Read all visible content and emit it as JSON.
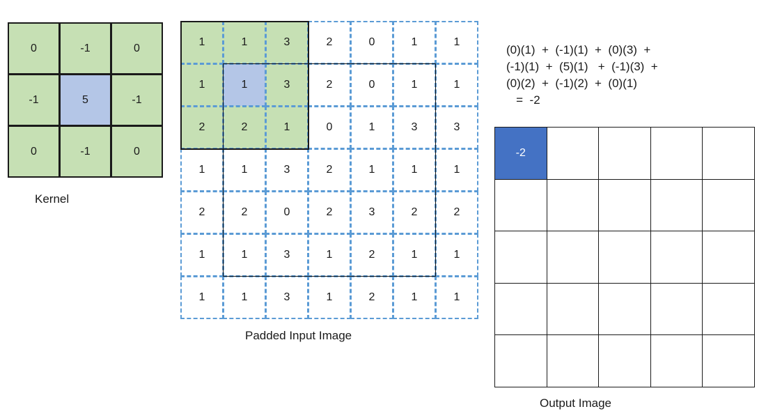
{
  "kernel": {
    "caption": "Kernel",
    "values": [
      [
        "0",
        "-1",
        "0"
      ],
      [
        "-1",
        "5",
        "-1"
      ],
      [
        "0",
        "-1",
        "0"
      ]
    ],
    "center": [
      1,
      1
    ]
  },
  "padded_input": {
    "caption": "Padded Input Image",
    "values": [
      [
        "1",
        "1",
        "3",
        "2",
        "0",
        "1",
        "1"
      ],
      [
        "1",
        "1",
        "3",
        "2",
        "0",
        "1",
        "1"
      ],
      [
        "2",
        "2",
        "1",
        "0",
        "1",
        "3",
        "3"
      ],
      [
        "1",
        "1",
        "3",
        "2",
        "1",
        "1",
        "1"
      ],
      [
        "2",
        "2",
        "0",
        "2",
        "3",
        "2",
        "2"
      ],
      [
        "1",
        "1",
        "3",
        "1",
        "2",
        "1",
        "1"
      ],
      [
        "1",
        "1",
        "3",
        "1",
        "2",
        "1",
        "1"
      ]
    ],
    "window_rows": 3,
    "window_cols": 3,
    "center": [
      1,
      1
    ]
  },
  "formula": {
    "lines": [
      "(0)(1)  +  (-1)(1)  +  (0)(3)  +",
      "(-1)(1)  +  (5)(1)   +  (-1)(3)  +",
      "(0)(2)  +  (-1)(2)  +  (0)(1)",
      "   =  -2"
    ]
  },
  "output": {
    "caption": "Output Image",
    "rows": 5,
    "cols": 5,
    "values": [
      [
        "-2",
        "",
        "",
        "",
        ""
      ],
      [
        "",
        "",
        "",
        "",
        ""
      ],
      [
        "",
        "",
        "",
        "",
        ""
      ],
      [
        "",
        "",
        "",
        "",
        ""
      ],
      [
        "",
        "",
        "",
        "",
        ""
      ]
    ],
    "filled": [
      [
        0,
        0
      ]
    ]
  },
  "colors": {
    "kernel_fill": "#c6e0b4",
    "center_fill": "#b4c6e7",
    "padding_border": "#5b9bd5",
    "output_filled": "#4472c4"
  }
}
